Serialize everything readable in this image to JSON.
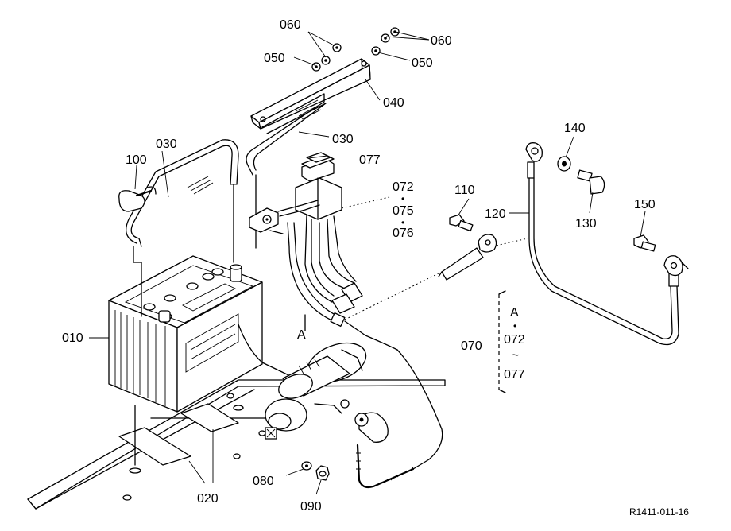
{
  "drawing_code": "R1411-011-16",
  "callouts": {
    "c060a": "060",
    "c060b": "060",
    "c050a": "050",
    "c050b": "050",
    "c040": "040",
    "c030a": "030",
    "c030b": "030",
    "c100": "100",
    "c077top": "077",
    "c072": "072",
    "c075": "075",
    "c076": "076",
    "c110": "110",
    "c120": "120",
    "c140": "140",
    "c130": "130",
    "c150": "150",
    "c010": "010",
    "c070": "070",
    "c020": "020",
    "c080": "080",
    "c090": "090",
    "markA": "A"
  },
  "group_070": {
    "ref": "A",
    "from": "072",
    "tilde": "~",
    "to": "077"
  },
  "dot": "•"
}
